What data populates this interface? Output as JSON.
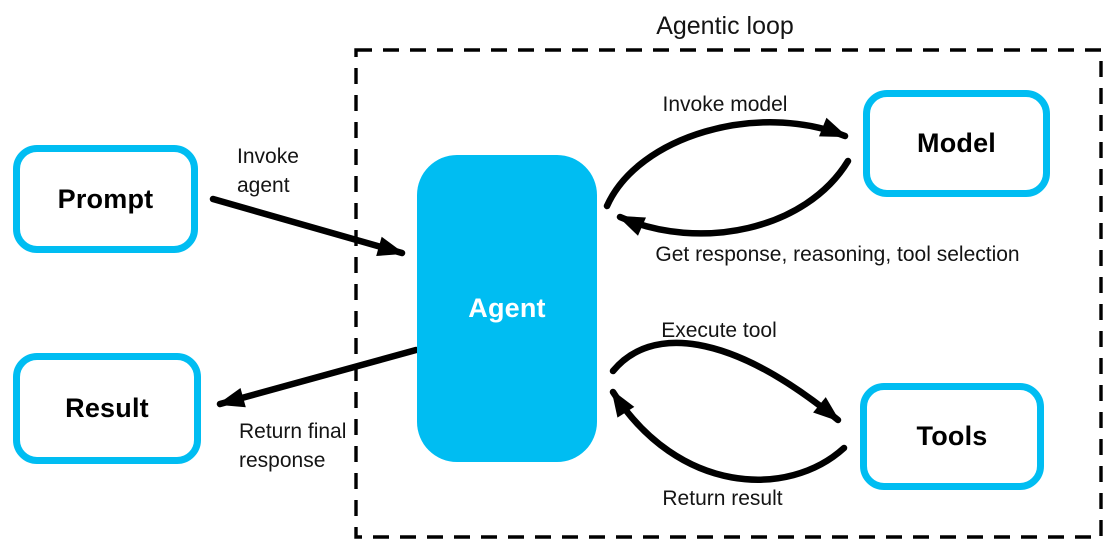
{
  "title": "Agentic loop",
  "colors": {
    "accent": "#00bdf2",
    "arrow": "#000000",
    "text": "#141414"
  },
  "nodes": {
    "prompt": {
      "label": "Prompt"
    },
    "result": {
      "label": "Result"
    },
    "agent": {
      "label": "Agent"
    },
    "model": {
      "label": "Model"
    },
    "tools": {
      "label": "Tools"
    }
  },
  "edges": {
    "invoke_agent": {
      "label": "Invoke agent"
    },
    "return_final_response": {
      "label": "Return final response"
    },
    "invoke_model": {
      "label": "Invoke model"
    },
    "get_response": {
      "label": "Get response, reasoning, tool selection"
    },
    "execute_tool": {
      "label": "Execute tool"
    },
    "return_result": {
      "label": "Return result"
    }
  }
}
